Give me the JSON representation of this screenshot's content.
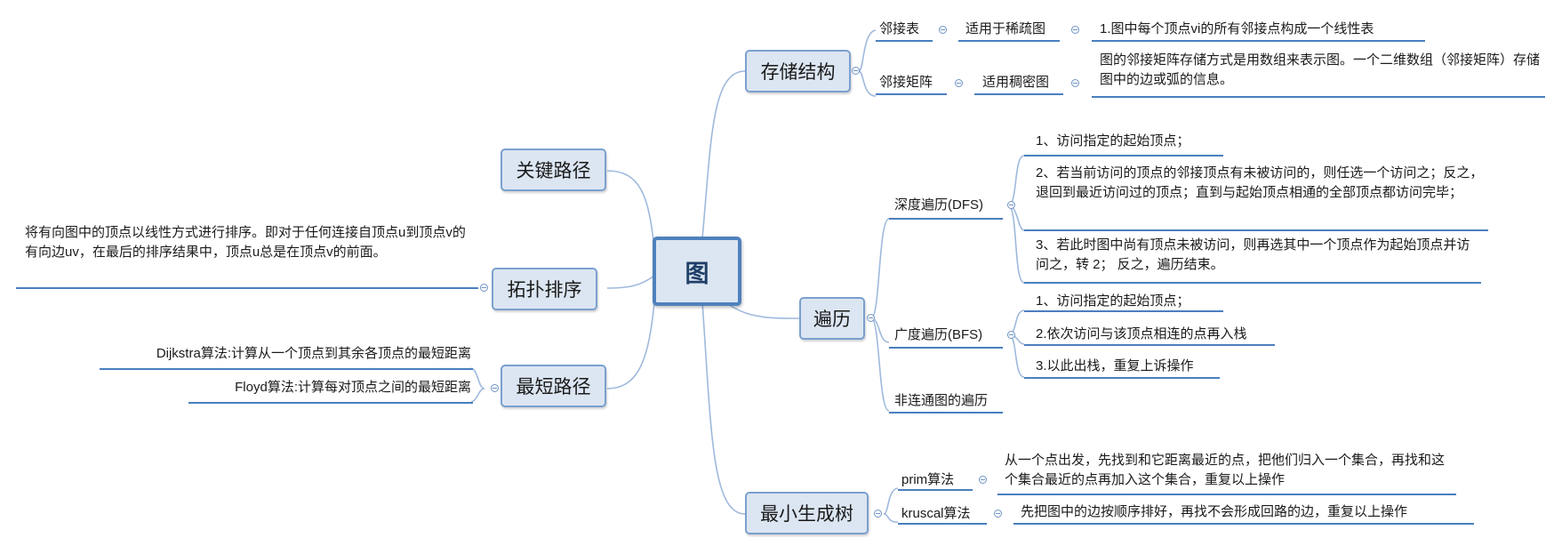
{
  "root": {
    "label": "图"
  },
  "left": {
    "critical_path": {
      "label": "关键路径"
    },
    "topological_sort": {
      "label": "拓扑排序",
      "description": "将有向图中的顶点以线性方式进行排序。即对于任何连接自顶点u到顶点v的有向边uv，在最后的排序结果中，顶点u总是在顶点v的前面。"
    },
    "shortest_path": {
      "label": "最短路径",
      "dijkstra": "Dijkstra算法:计算从一个顶点到其余各顶点的最短距离",
      "floyd": "Floyd算法:计算每对顶点之间的最短距离"
    }
  },
  "right": {
    "storage": {
      "label": "存储结构",
      "adj_list": {
        "label": "邻接表",
        "usage": "适用于稀疏图",
        "detail": "1.图中每个顶点vi的所有邻接点构成一个线性表"
      },
      "adj_matrix": {
        "label": "邻接矩阵",
        "usage": "适用稠密图",
        "detail": "图的邻接矩阵存储方式是用数组来表示图。一个二维数组（邻接矩阵）存储图中的边或弧的信息。"
      }
    },
    "traversal": {
      "label": "遍历",
      "dfs": {
        "label": "深度遍历(DFS)",
        "steps": [
          "1、访问指定的起始顶点；",
          "2、若当前访问的顶点的邻接顶点有未被访问的，则任选一个访问之；反之，退回到最近访问过的顶点；直到与起始顶点相通的全部顶点都访问完毕；",
          "3、若此时图中尚有顶点未被访问，则再选其中一个顶点作为起始顶点并访问之，转 2； 反之，遍历结束。"
        ]
      },
      "bfs": {
        "label": "广度遍历(BFS)",
        "steps": [
          "1、访问指定的起始顶点；",
          "2.依次访问与该顶点相连的点再入栈",
          "3.以此出栈，重复上诉操作"
        ]
      },
      "disconnected": {
        "label": "非连通图的遍历"
      }
    },
    "mst": {
      "label": "最小生成树",
      "prim": {
        "label": "prim算法",
        "detail": "从一个点出发，先找到和它距离最近的点，把他们归入一个集合，再找和这个集合最近的点再加入这个集合，重复以上操作"
      },
      "kruscal": {
        "label": "kruscal算法",
        "detail": "先把图中的边按顺序排好，再找不会形成回路的边，重复以上操作"
      }
    }
  },
  "colors": {
    "node_fill": "#dce6f2",
    "node_border": "#7ba0cf",
    "root_border": "#4f81bd",
    "branch_line": "#9fb9dc",
    "underline": "#4a7fbf"
  },
  "icons": {
    "collapse_toggle": "collapse-toggle-icon"
  }
}
